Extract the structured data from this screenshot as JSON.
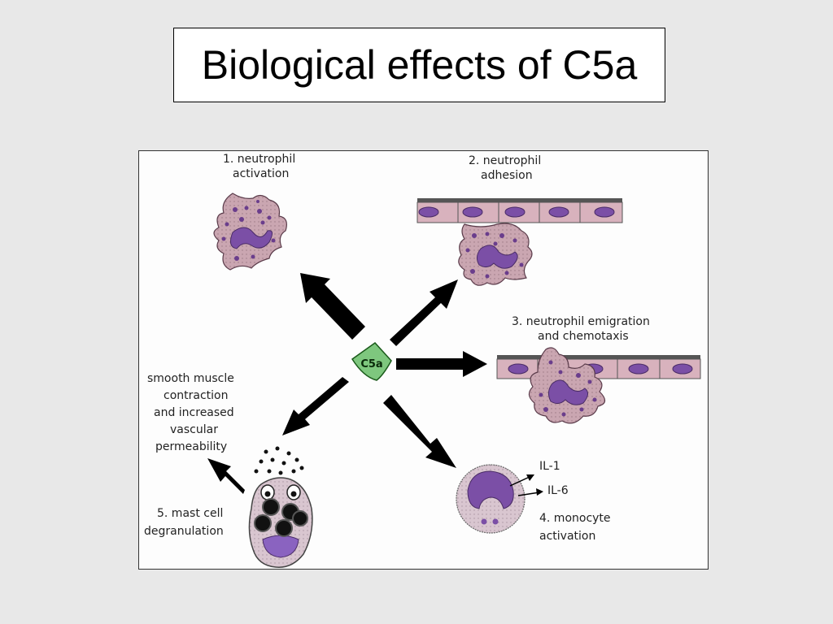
{
  "slide": {
    "title": "Biological effects of C5a"
  },
  "diagram": {
    "center_label": "C5a",
    "effects": {
      "neutrophil_activation": [
        "1. neutrophil",
        "activation"
      ],
      "neutrophil_adhesion": [
        "2. neutrophil",
        "adhesion"
      ],
      "neutrophil_emigration": [
        "3. neutrophil emigration",
        "and chemotaxis"
      ],
      "monocyte_activation": [
        "4. monocyte",
        "activation"
      ],
      "mast_cell_degranulation": [
        "5. mast cell",
        "degranulation"
      ],
      "smooth_muscle": [
        "smooth muscle",
        "contraction",
        "and increased",
        "vascular",
        "permeability"
      ]
    },
    "cytokines": [
      "IL-1",
      "IL-6"
    ]
  },
  "colors": {
    "cell_fill": "#c9a2ad",
    "nucleus": "#7b4fa6",
    "granule": "#6a3d8c",
    "center_badge": "#7ec77e",
    "arrow": "#000000"
  }
}
